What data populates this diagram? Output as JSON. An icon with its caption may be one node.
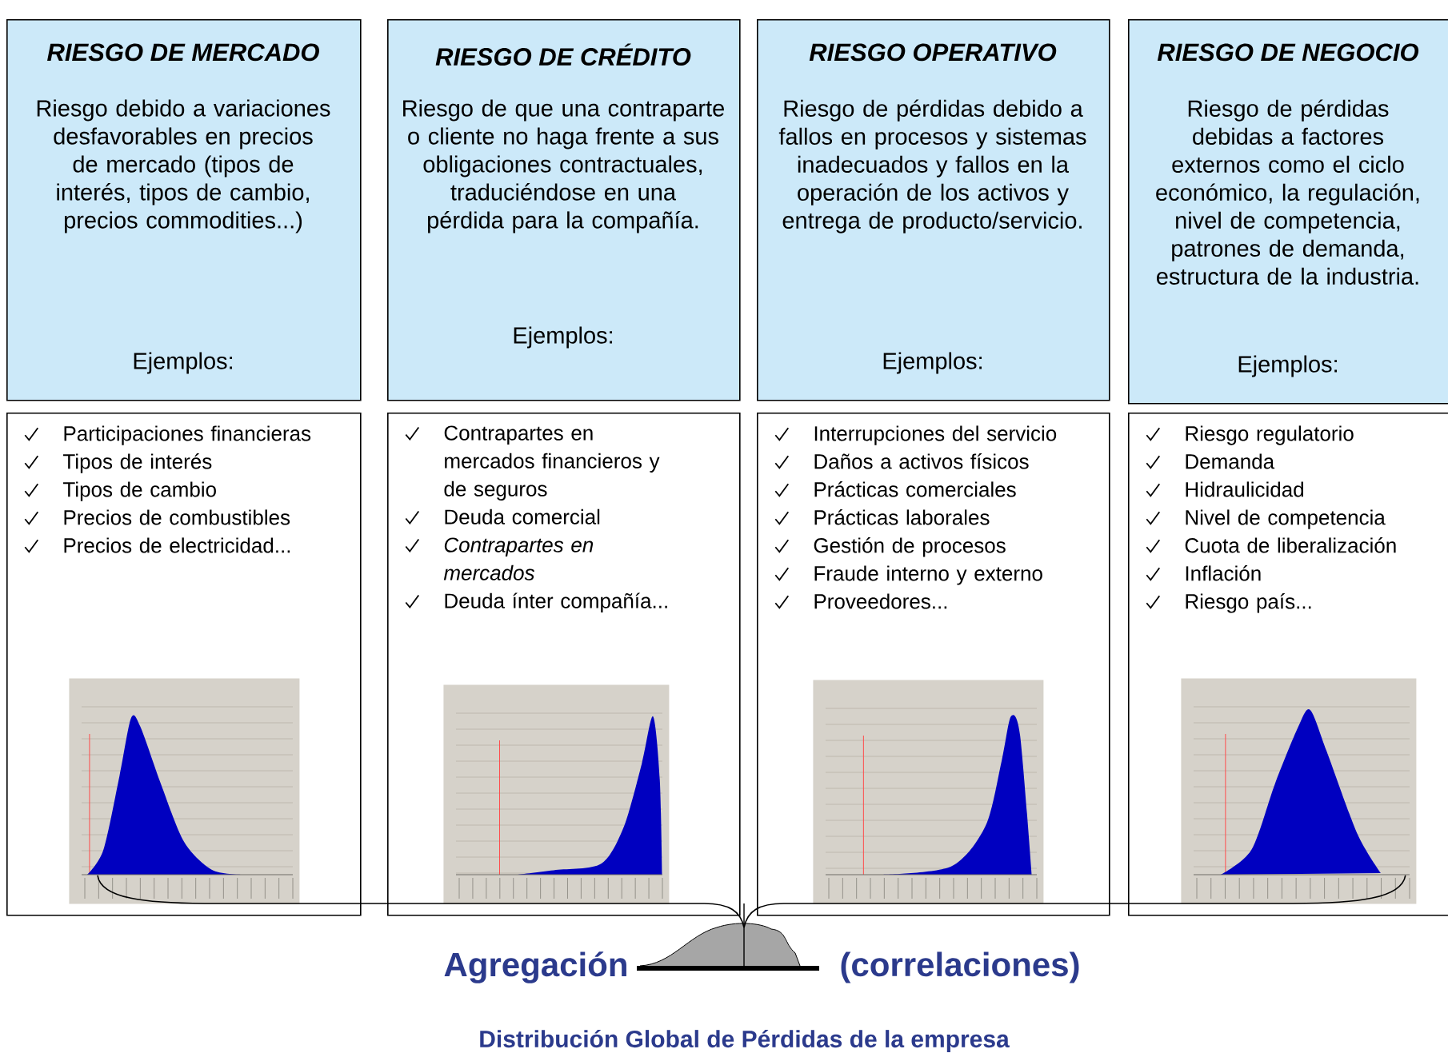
{
  "diagram": {
    "nodes": [
      {
        "text": [
          "RIESGO DE MERCADO",
          "Riesgo debido a variaciones desfavorables en precios de mercado (tipos de interés, tipos de cambio, precios commodities...)",
          "Ejemplos:"
        ]
      },
      {
        "text": [
          "RIESGO DE CRÉDITO",
          "Riesgo de que una contraparte o cliente no haga frente a sus obligaciones contractuales, traduciéndose en una pérdida para la compañía.",
          "Ejemplos:"
        ]
      },
      {
        "text": [
          "RIESGO OPERATIVO",
          "Riesgo de pérdidas debido a fallos en procesos y sistemas inadecuados  y fallos en la operación de los activos y entrega de producto/servicio.",
          "Ejemplos:"
        ]
      },
      {
        "text": [
          "RIESGO DE NEGOCIO",
          "Riesgo de pérdidas debidas a factores externos como el ciclo económico, la regulación, nivel de competencia, patrones de demanda, estructura de la industria.",
          "Ejemplos:"
        ]
      },
      {
        "text": [
          "Participaciones financieras",
          "Tipos de interés",
          "Tipos de cambio",
          "Precios de combustibles",
          "Precios de electricidad..."
        ]
      },
      {
        "text": [
          "Contrapartes en mercados financieros y de seguros",
          "Deuda comercial",
          "Contrapartes en mercados",
          "Deuda ínter compañía..."
        ]
      },
      {
        "text": [
          "Interrupciones del servicio",
          "Daños a activos físicos",
          "Prácticas comerciales",
          "Prácticas laborales",
          "Gestión de procesos",
          "Fraude interno y externo",
          "Proveedores..."
        ]
      },
      {
        "text": [
          "Riesgo regulatorio",
          "Demanda",
          "Hidraulicidad",
          "Nivel de competencia",
          "Cuota de liberalización",
          "Inflación",
          "Riesgo país..."
        ]
      },
      {
        "text": [],
        "shape": "picture",
        "in": 4
      },
      {
        "text": [],
        "shape": "picture",
        "in": 5
      },
      {
        "text": [],
        "shape": "picture",
        "in": 6
      },
      {
        "text": [],
        "shape": "picture",
        "in": 7
      },
      {
        "text": [],
        "shape": "picture",
        "beside": [
          "Agregación",
          "(correlaciones)",
          "Distribución Global de Pérdidas de la empresa"
        ]
      }
    ],
    "edges": [
      {
        "from": 8,
        "to": 12,
        "arrow": "none"
      },
      {
        "from": 11,
        "to": 12,
        "arrow": "none"
      }
    ]
  }
}
